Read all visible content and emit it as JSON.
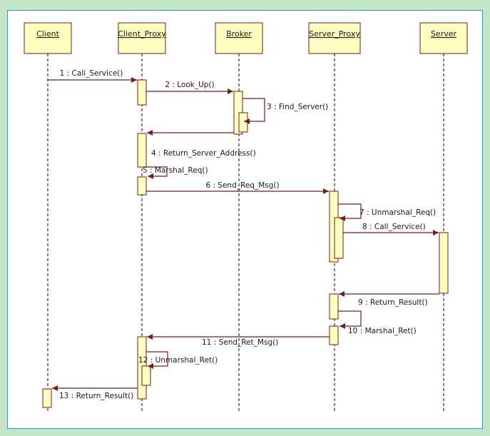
{
  "diagram": {
    "type": "sequence",
    "colors": {
      "background": "#c3e6c9",
      "panel_border": "#2a9bc7",
      "box_fill": "#ffffc0",
      "box_stroke": "#7a1a1a",
      "message": "#7a1a1a"
    },
    "participants": [
      {
        "id": "client",
        "name": "Client"
      },
      {
        "id": "client_proxy",
        "name": "Client_Proxy"
      },
      {
        "id": "broker",
        "name": "Broker"
      },
      {
        "id": "server_proxy",
        "name": "Server_Proxy"
      },
      {
        "id": "server",
        "name": "Server"
      }
    ],
    "messages": [
      {
        "label": "1 : Call_Service()",
        "from": "client",
        "to": "client_proxy"
      },
      {
        "label": "2 : Look_Up()",
        "from": "client_proxy",
        "to": "broker"
      },
      {
        "label": "3 : Find_Server()",
        "from": "broker",
        "to": "broker"
      },
      {
        "label": "4 : Return_Server_Address()",
        "from": "broker",
        "to": "client_proxy"
      },
      {
        "label": "5 : Marshal_Req()",
        "from": "client_proxy",
        "to": "client_proxy"
      },
      {
        "label": "6 : Send_Req_Msg()",
        "from": "client_proxy",
        "to": "server_proxy"
      },
      {
        "label": "7 : Unmarshal_Req()",
        "from": "server_proxy",
        "to": "server_proxy"
      },
      {
        "label": "8 : Call_Service()",
        "from": "server_proxy",
        "to": "server"
      },
      {
        "label": "9 : Return_Result()",
        "from": "server",
        "to": "server_proxy"
      },
      {
        "label": "10 : Marshal_Ret()",
        "from": "server_proxy",
        "to": "server_proxy"
      },
      {
        "label": "11 : Send_Ret_Msg()",
        "from": "server_proxy",
        "to": "client_proxy"
      },
      {
        "label": "12 : Unmarshal_Ret()",
        "from": "client_proxy",
        "to": "client_proxy"
      },
      {
        "label": "13 : Return_Result()",
        "from": "client_proxy",
        "to": "client"
      }
    ]
  }
}
